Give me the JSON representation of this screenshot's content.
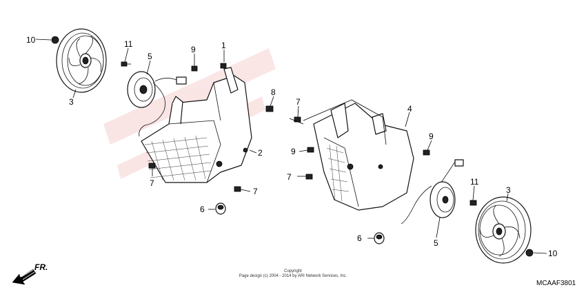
{
  "callouts": {
    "c10_left": "10",
    "c11_left": "11",
    "c5_left": "5",
    "c9_top": "9",
    "c1": "1",
    "c8": "8",
    "c3_left": "3",
    "c2": "2",
    "c7_left_low": "7",
    "c7_mid": "7",
    "c6_left": "6",
    "c7_right_top": "7",
    "c4": "4",
    "c9_right": "9",
    "c9_mid": "9",
    "c7_right_low": "7",
    "c11_right": "11",
    "c3_right": "3",
    "c6_right": "6",
    "c5_right": "5",
    "c10_right": "10"
  },
  "direction_label": "FR.",
  "copyright_line1": "Copyright",
  "copyright_line2": "Page design (c) 2004 - 2014 by ARI Network Services, Inc.",
  "diagram_code": "MCAAF3801"
}
